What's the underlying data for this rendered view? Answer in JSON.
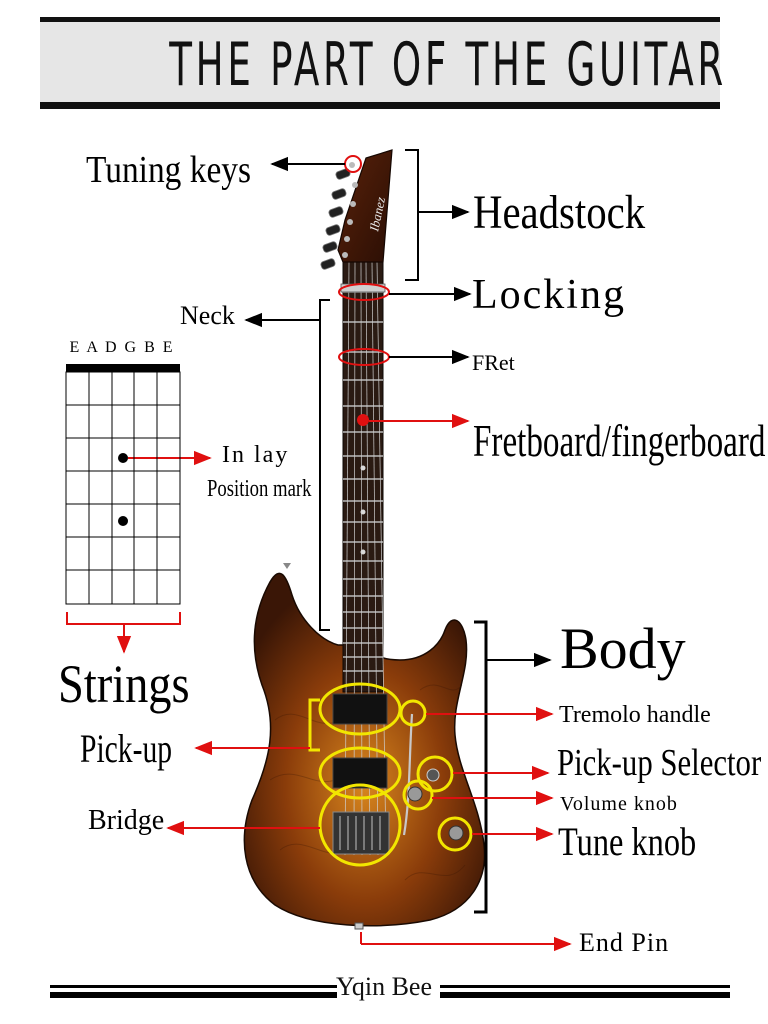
{
  "title": "THE PART OF THE GUITAR",
  "labels": {
    "tuning_keys": "Tuning keys",
    "headstock": "Headstock",
    "locking": "Locking",
    "neck": "Neck",
    "fret": "FRet",
    "fretboard": "Fretboard/fingerboard",
    "inlay": "In lay",
    "position_mark": "Position mark",
    "strings": "Strings",
    "body": "Body",
    "tremolo_handle": "Tremolo handle",
    "pickup": "Pick-up",
    "pickup_selector": "Pick-up Selector",
    "volume_knob": "Volume knob",
    "bridge": "Bridge",
    "tune_knob": "Tune knob",
    "end_pin": "End Pin"
  },
  "string_names": "E A D G B E",
  "brand": "Ibanez",
  "footer": "Yqin Bee",
  "colors": {
    "arrow_black": "#000000",
    "arrow_red": "#e01010",
    "highlight_red": "#e01010",
    "highlight_yellow": "#f2e600",
    "title_band": "#e6e6e6",
    "body_dark": "#3a1606",
    "body_mid": "#8a3c0a",
    "body_light": "#d8861e",
    "fretboard": "#2a1a12"
  }
}
